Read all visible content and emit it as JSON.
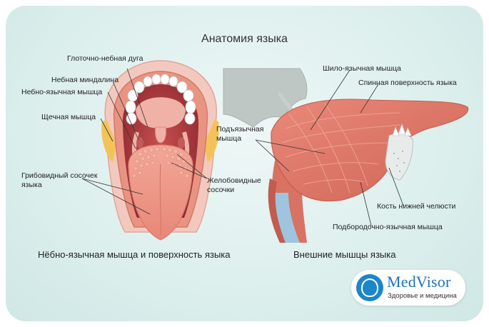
{
  "title": "Анатомия языка",
  "left_caption": "Нёбно-язычная мышца и поверхность языка",
  "right_caption": "Внешние мышцы языка",
  "left_labels": {
    "pharyngopalatine_arch": "Глоточно-небная дуга",
    "palatine_tonsil": "Небная миндалина",
    "palatoglossus": "Небно-язычная мышца",
    "buccinator": "Щечная мышца",
    "fungiform": "Грибовидный сосочек\nязыка",
    "vallate": "Желобовидные\nсосочки"
  },
  "right_labels": {
    "styloglossus": "Шило-язычная мышца",
    "dorsal": "Спинная поверхность языка",
    "hyoglossus": "Подъязычная\nмышца",
    "mandible": "Кость нижней челюсти",
    "genioglossus": "Подбородочно-язычная мышца"
  },
  "logo": {
    "brand": "MedVisor",
    "subtitle": "Здоровье и медицина"
  },
  "colors": {
    "background": "#dcefed",
    "muscle": "#e07a6a",
    "tongue": "#ee9c8c",
    "brand": "#1f72b8"
  }
}
